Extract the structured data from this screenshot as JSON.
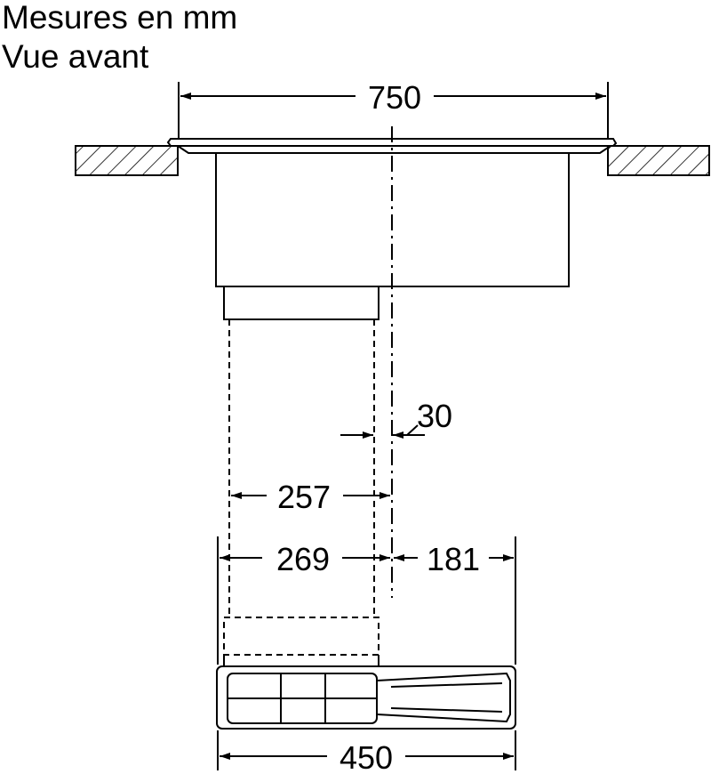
{
  "header": {
    "title_line1": "Mesures en mm",
    "title_line2": "Vue avant"
  },
  "dimensions": {
    "total_width": "750",
    "offset_30": "30",
    "width_257": "257",
    "width_269": "269",
    "width_181": "181",
    "width_450": "450"
  },
  "colors": {
    "line": "#000000",
    "background": "#ffffff"
  }
}
